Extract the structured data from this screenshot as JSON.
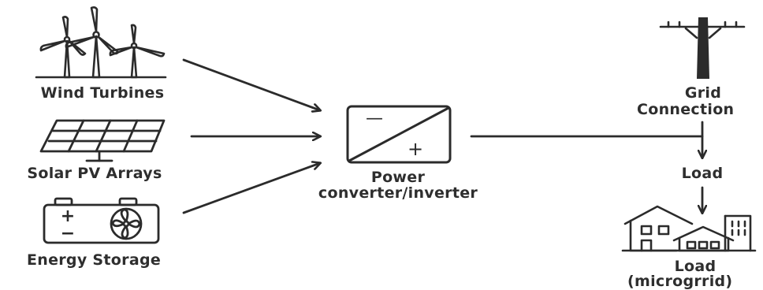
{
  "nodes": {
    "wind": {
      "label": "Wind Turbines",
      "icon": "wind-turbine-icon"
    },
    "solar": {
      "label": "Solar PV Arrays",
      "icon": "solar-panel-icon"
    },
    "storage": {
      "label": "Energy Storage",
      "icon": "battery-icon",
      "plus": "+",
      "minus": "−"
    },
    "converter": {
      "label_line1": "Power",
      "label_line2": "converter/inverter",
      "icon": "inverter-icon",
      "minus": "—",
      "plus": "+"
    },
    "grid": {
      "label_line1": "Grid",
      "label_line2": "Connection",
      "icon": "utility-pole-icon"
    },
    "load": {
      "label": "Load"
    },
    "microgrid": {
      "label_line1": "Load",
      "label_line2": "(microgrrid)",
      "icon": "houses-buildings-icon"
    }
  },
  "colors": {
    "stroke": "#2b2b2b",
    "background": "#ffffff"
  }
}
